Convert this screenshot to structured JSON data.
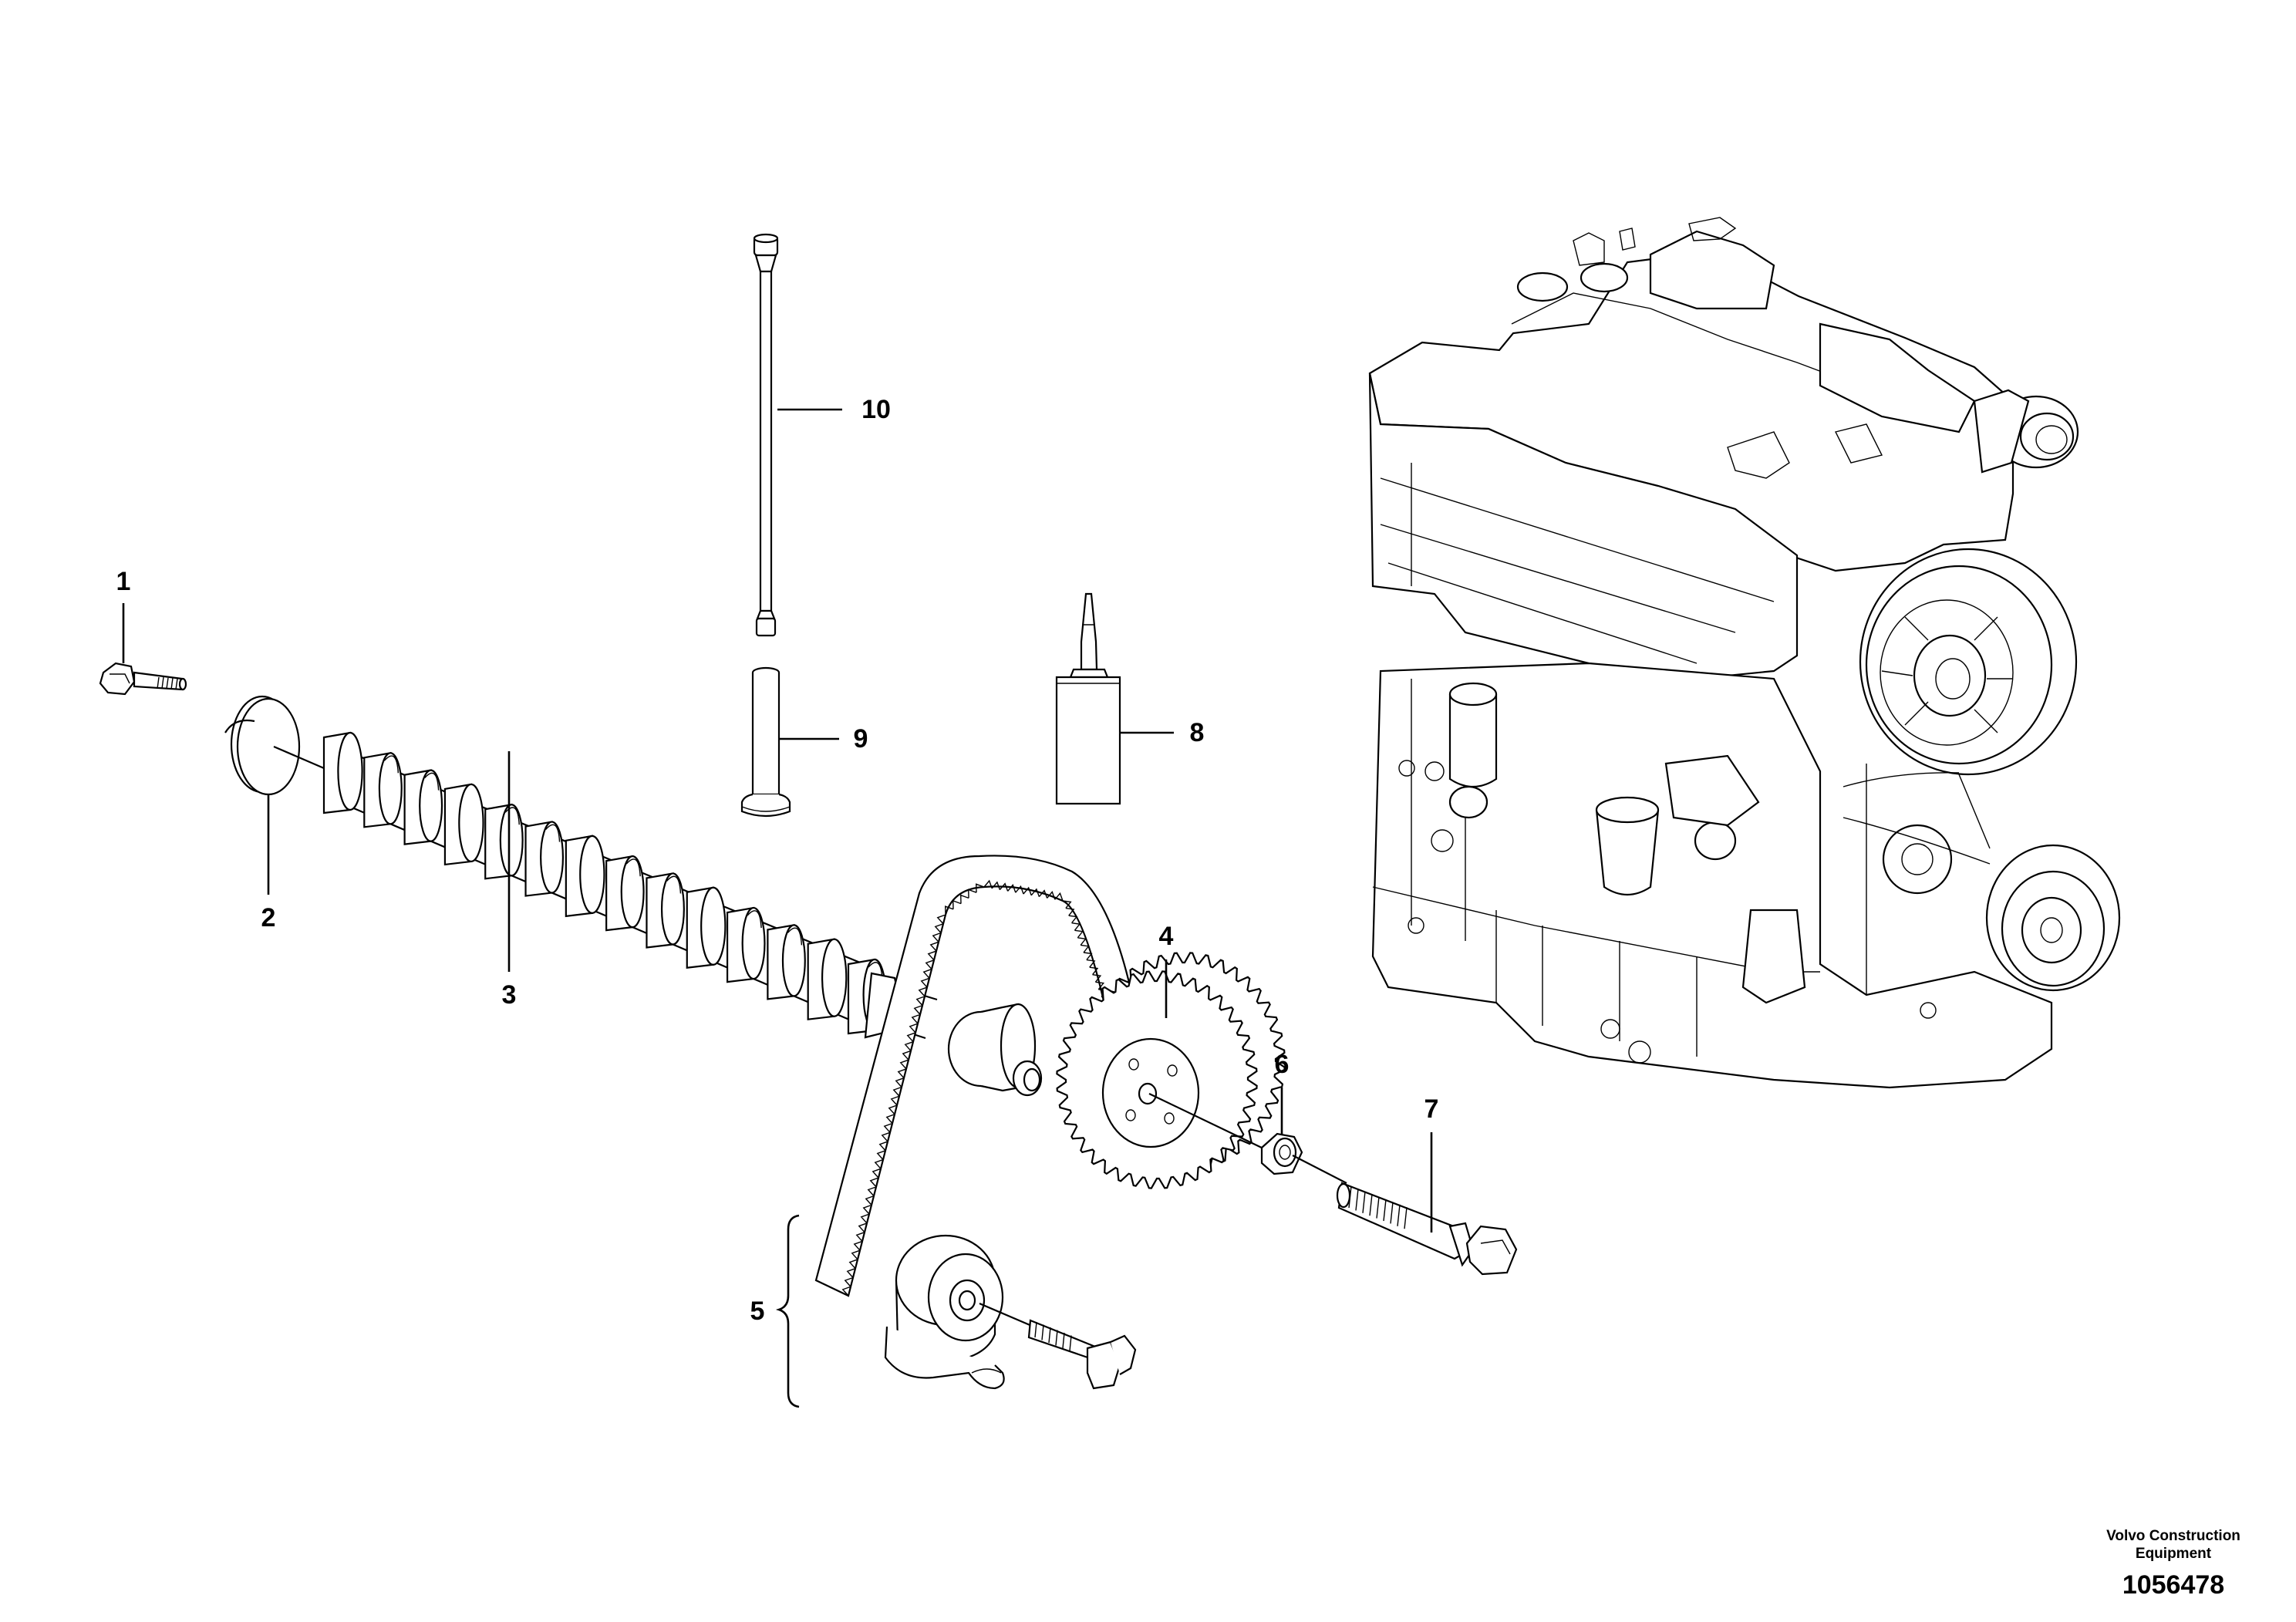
{
  "diagram": {
    "callouts": [
      {
        "id": "1",
        "text": "1"
      },
      {
        "id": "2",
        "text": "2"
      },
      {
        "id": "3",
        "text": "3"
      },
      {
        "id": "4",
        "text": "4"
      },
      {
        "id": "5",
        "text": "5"
      },
      {
        "id": "6",
        "text": "6"
      },
      {
        "id": "7",
        "text": "7"
      },
      {
        "id": "8",
        "text": "8"
      },
      {
        "id": "9",
        "text": "9"
      },
      {
        "id": "10",
        "text": "10"
      }
    ],
    "brand": "Volvo Construction Equipment",
    "drawing_number": "1056478"
  },
  "icons": [
    "bolt-icon",
    "washer-icon",
    "camshaft-icon",
    "gear-icon",
    "toothed-belt-icon",
    "tensioner-icon",
    "nut-icon",
    "sealant-tube-icon",
    "push-rod-icon",
    "tappet-icon",
    "engine-icon"
  ]
}
